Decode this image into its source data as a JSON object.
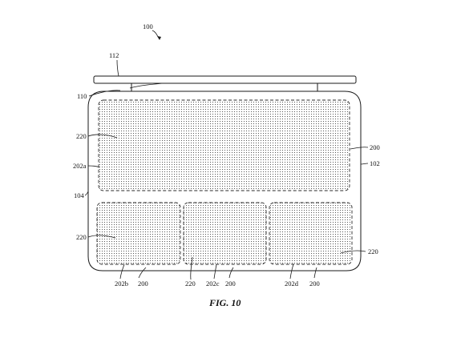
{
  "figure_title": "FIG. 10",
  "labels": {
    "device": "100",
    "lid": "112",
    "hinge": "110",
    "housing": "104",
    "top_surface": "102",
    "upper_region": "202a",
    "lower_left_region": "202b",
    "lower_center_region": "202c",
    "lower_right_region": "202d",
    "sensor_upper_left": "220",
    "sensor_lower_left": "220",
    "sensor_lower_center": "220",
    "sensor_lower_right": "220",
    "array_upper": "200",
    "array_left": "200",
    "array_center": "200",
    "array_right": "200"
  }
}
